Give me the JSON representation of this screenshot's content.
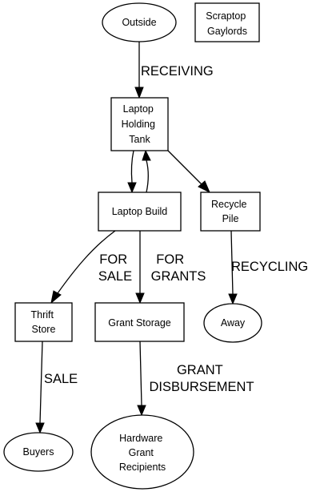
{
  "nodes": {
    "outside": {
      "label": "Outside"
    },
    "scraptop": {
      "line1": "Scraptop",
      "line2": "Gaylords"
    },
    "holding_tank": {
      "line1": "Laptop",
      "line2": "Holding",
      "line3": "Tank"
    },
    "laptop_build": {
      "label": "Laptop Build"
    },
    "recycle_pile": {
      "line1": "Recycle",
      "line2": "Pile"
    },
    "thrift_store": {
      "line1": "Thrift",
      "line2": "Store"
    },
    "grant_storage": {
      "label": "Grant Storage"
    },
    "away": {
      "label": "Away"
    },
    "buyers": {
      "label": "Buyers"
    },
    "recipients": {
      "line1": "Hardware",
      "line2": "Grant",
      "line3": "Recipients"
    }
  },
  "edges": {
    "receiving": "RECEIVING",
    "for_sale": {
      "line1": "FOR",
      "line2": "SALE"
    },
    "for_grants": {
      "line1": "FOR",
      "line2": "GRANTS"
    },
    "recycling": "RECYCLING",
    "sale": "SALE",
    "grant_disbursement": {
      "line1": "GRANT",
      "line2": "DISBURSEMENT"
    }
  }
}
